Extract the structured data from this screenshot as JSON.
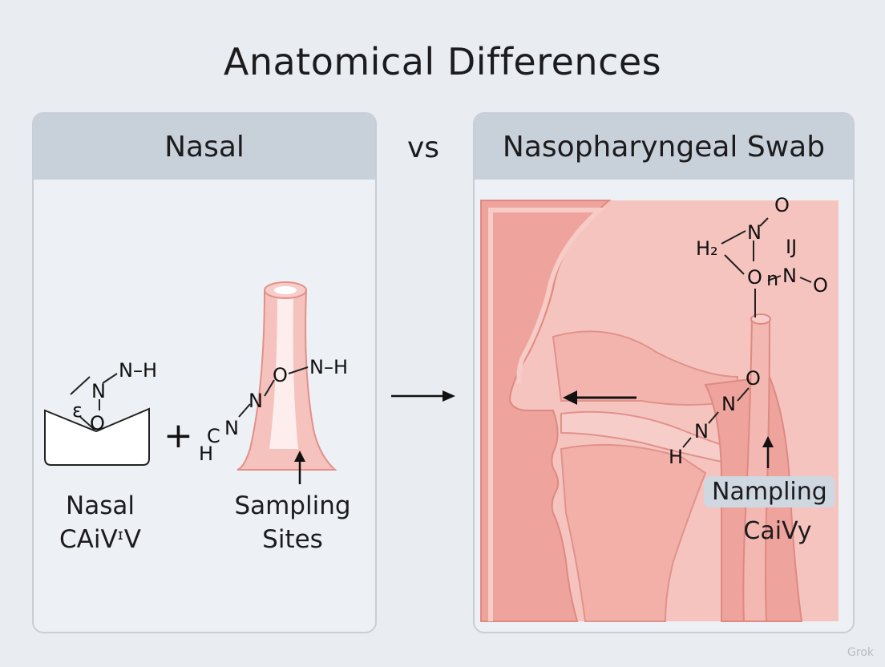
{
  "title": "Anatomical Differences",
  "left_panel": {
    "header": "Nasal",
    "label_cavity": [
      "Nasal",
      "CAiVᶦV"
    ],
    "label_sites": [
      "Sampling",
      "Sites"
    ],
    "chem_left": [
      "N–H",
      "N",
      "O",
      "ε"
    ],
    "chem_right": [
      "O",
      "N–H",
      "N",
      "N",
      "H",
      "C"
    ],
    "plus": "+"
  },
  "vs": "vs",
  "right_panel": {
    "header": "Nasopharyngeal Swab",
    "label_sampling": "Nampling",
    "label_cavity": "CaiVy",
    "chem_top": [
      "O",
      "N",
      "H₂",
      "O",
      "n",
      "N",
      "O",
      "Ĳ"
    ],
    "chem_mid": [
      "O",
      "N",
      "N",
      "H"
    ]
  },
  "watermark": "Grok",
  "colors": {
    "background": "#e9edf2",
    "header": "#c8d0da",
    "tissue": "#f3b3ad",
    "tissue_dark": "#e68f88",
    "border": "#c9ced6"
  }
}
